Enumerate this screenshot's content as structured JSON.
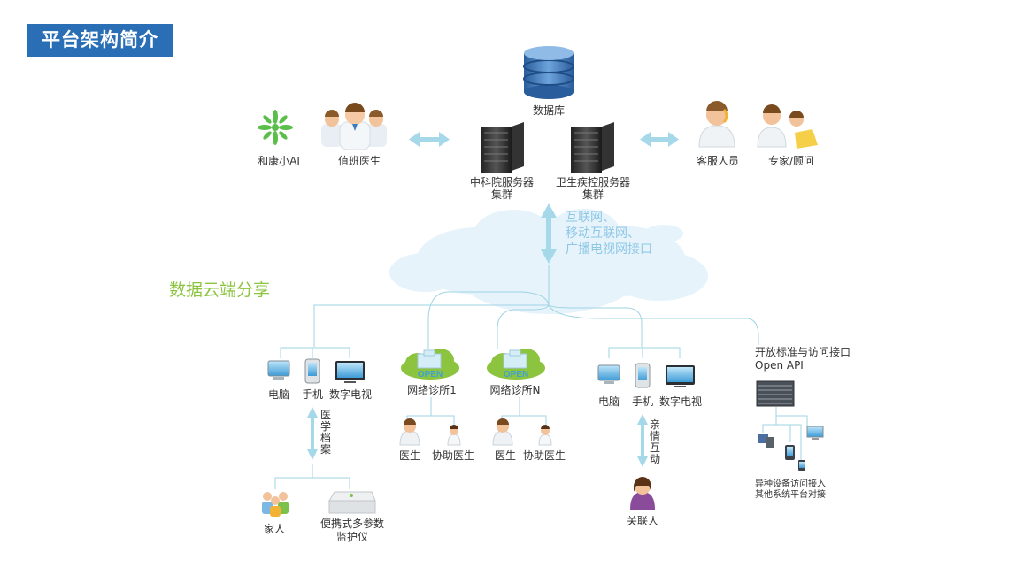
{
  "title": "平台架构简介",
  "top": {
    "database": "数据库",
    "ai": "和康小AI",
    "doctors_on_duty": "值班医生",
    "server1": [
      "中科院服务器",
      "集群"
    ],
    "server2": [
      "卫生疾控服务器",
      "集群"
    ],
    "customer_service": "客服人员",
    "experts": "专家/顾问"
  },
  "network": [
    "互联网、",
    "移动互联网、",
    "广播电视网接口"
  ],
  "cloud_label": "数据云端分享",
  "group1": {
    "devices": [
      "电脑",
      "手机",
      "数字电视"
    ],
    "link": "医学档案",
    "family": "家人",
    "monitor": [
      "便携式多参数",
      "监护仪"
    ]
  },
  "clinic1": {
    "name": "网络诊所1",
    "open": "OPEN",
    "doctor": "医生",
    "assistant": "协助医生"
  },
  "clinicN": {
    "name": "网络诊所N",
    "open": "OPEN",
    "doctor": "医生",
    "assistant": "协助医生"
  },
  "group2": {
    "devices": [
      "电脑",
      "手机",
      "数字电视"
    ],
    "link": "亲情互动",
    "relative": "关联人"
  },
  "api": {
    "title": [
      "开放标准与访问接口",
      "Open API"
    ],
    "caption": [
      "异种设备访问接入",
      "其他系统平台对接"
    ]
  },
  "colors": {
    "title_bg": "#2a6fb5",
    "cloud_green": "#8cc43f",
    "network_blue": "#8cc7e6",
    "line": "#9fd3e3"
  }
}
